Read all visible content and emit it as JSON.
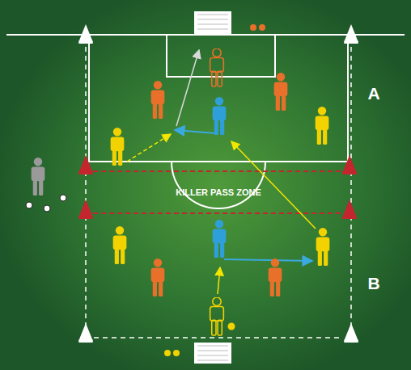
{
  "diagram": {
    "labels": [
      "KILLER PASS ZONE",
      "A",
      "B"
    ]
  }
}
